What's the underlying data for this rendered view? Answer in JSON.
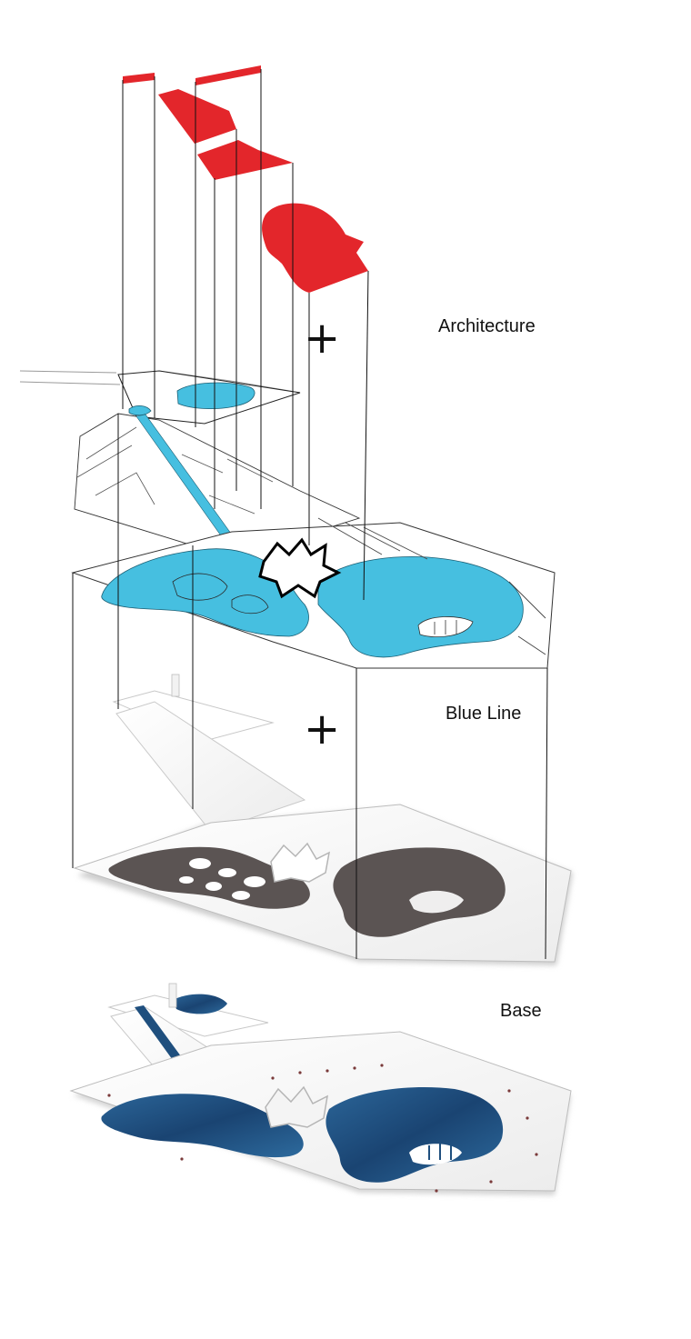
{
  "diagram": {
    "labels": {
      "architecture": "Architecture",
      "blue_line": "Blue Line",
      "base": "Base"
    },
    "operators": {
      "plus_1": "+",
      "plus_2": "+"
    },
    "colors": {
      "architecture_red": "#e3262b",
      "blue_line_cyan": "#46bfe0",
      "base_dark_water": "#1f4f7e",
      "base_grey_water": "#5b5453",
      "line_black": "#111111",
      "board_white": "#ffffff"
    }
  }
}
